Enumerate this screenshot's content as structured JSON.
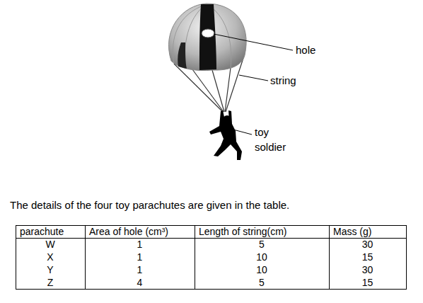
{
  "diagram": {
    "labels": [
      "hole",
      "string",
      "toy soldier",
      "The details of the four toy parachutes are given in the table.",
      "parachute",
      "Area of hole (cm³)",
      "Length of string(cm)",
      "Mass (g)",
      "W",
      "1",
      "5",
      "30",
      "X",
      "1",
      "10",
      "15",
      "Y",
      "1",
      "10",
      "30",
      "Z",
      "4",
      "5",
      "15"
    ]
  }
}
